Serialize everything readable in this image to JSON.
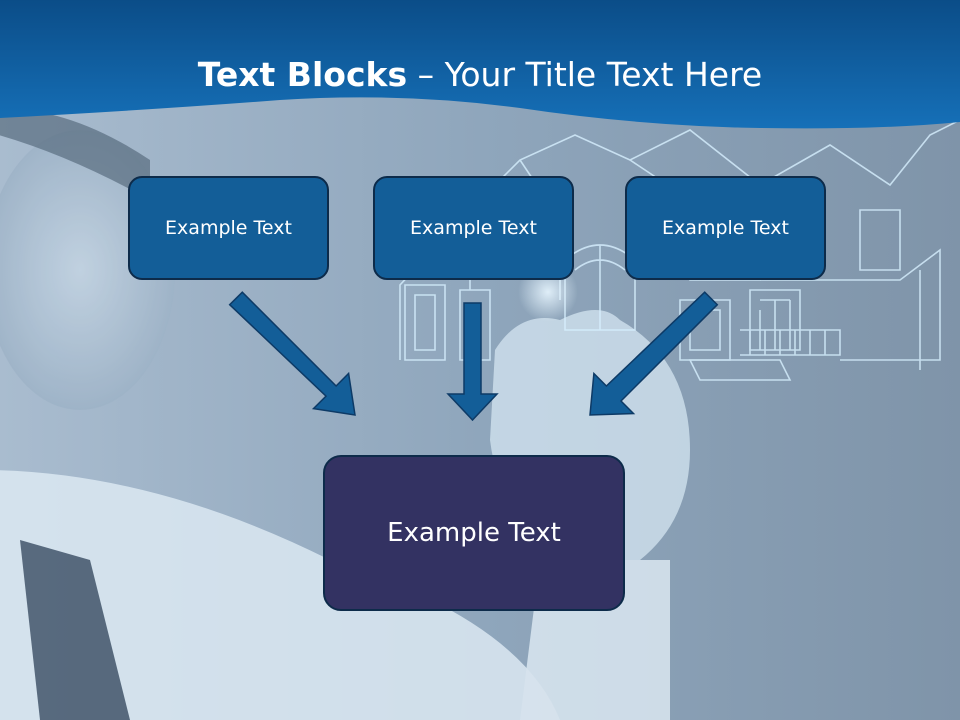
{
  "title": {
    "bold": "Text Blocks",
    "dash": " – ",
    "rest": "Your Title Text Here"
  },
  "blocks": [
    {
      "label": "Example Text"
    },
    {
      "label": "Example Text"
    },
    {
      "label": "Example Text"
    }
  ],
  "center_block": {
    "label": "Example Text"
  },
  "colors": {
    "header": "#0f63a8",
    "box_fill": "#135e98",
    "center_fill": "#333262",
    "arrow": "#135e98",
    "arrow_outline": "#0d3a66"
  },
  "background_image": {
    "icon": "man-drawing-house-photo"
  }
}
